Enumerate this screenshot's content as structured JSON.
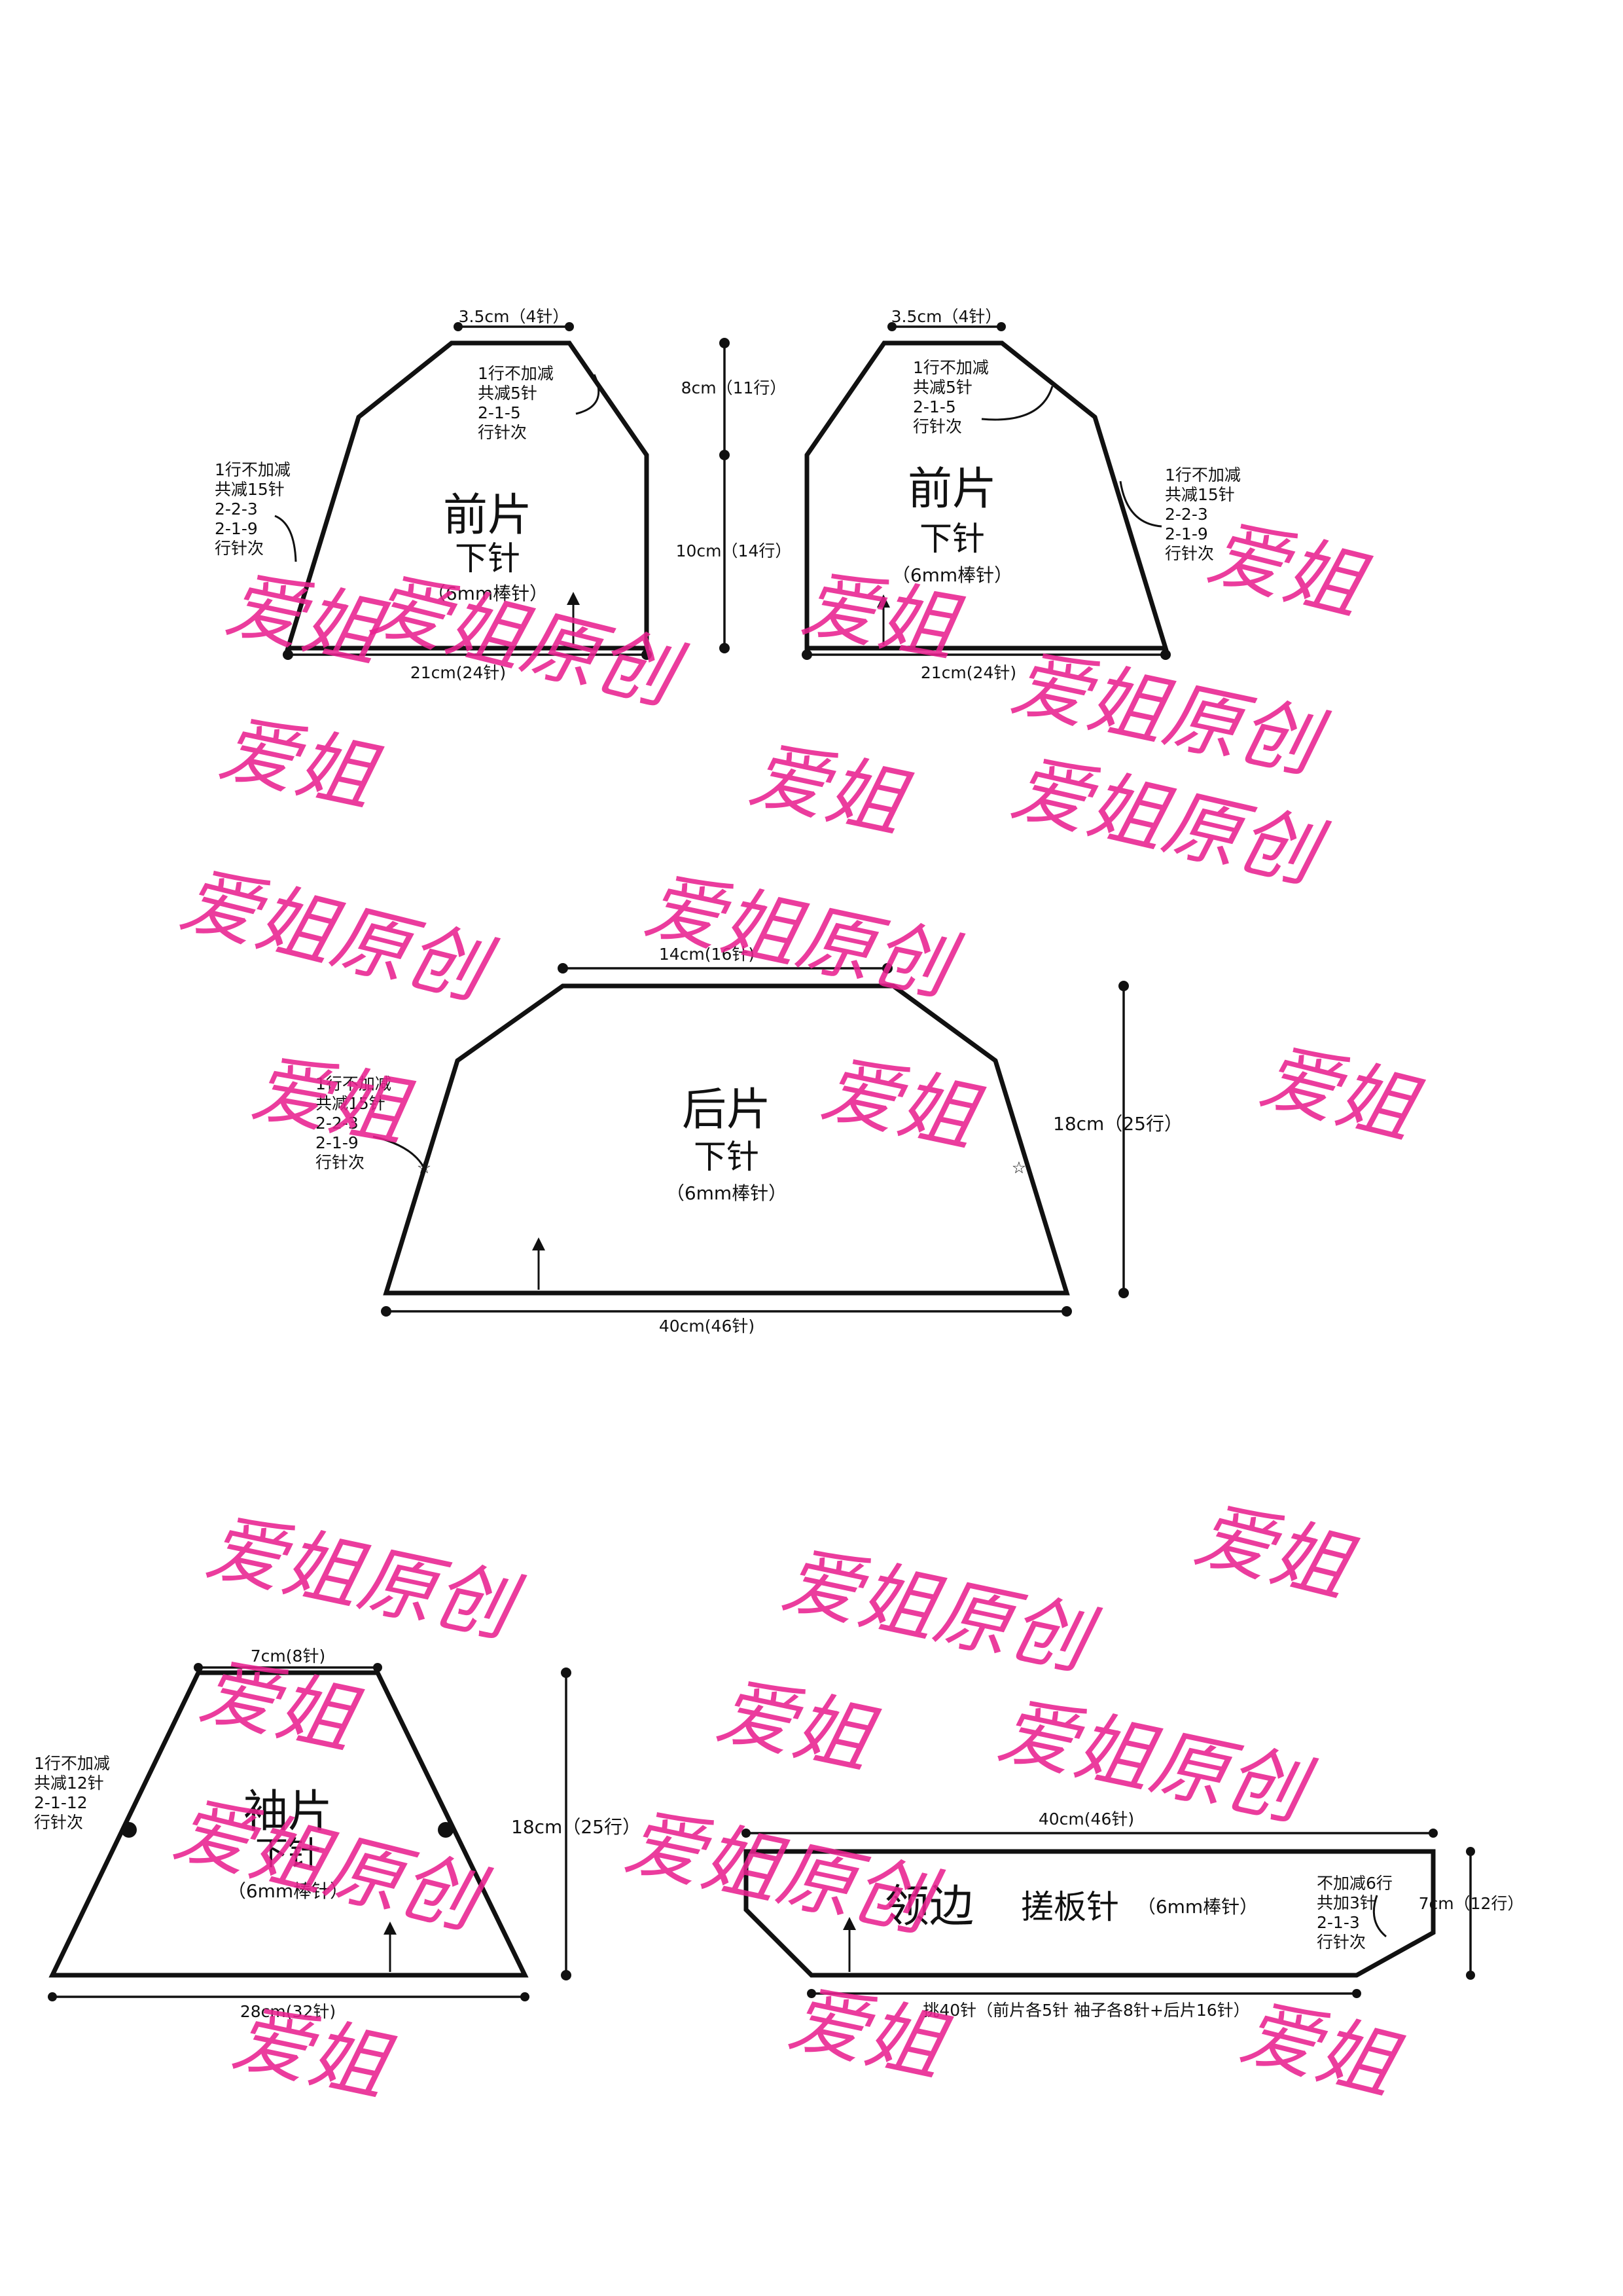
{
  "pieces": {
    "front_left": {
      "title": "前片",
      "stitch": "下针",
      "needle": "（6mm棒针）",
      "top_width": "3.5cm（4针）",
      "bottom_width": "21cm(24针)",
      "neck_note": [
        "1行不加减",
        "共减5针",
        "2-1-5",
        "行针次"
      ],
      "side_note": [
        "1行不加减",
        "共减15针",
        "2-2-3",
        "2-1-9",
        "行针次"
      ]
    },
    "front_right": {
      "title": "前片",
      "stitch": "下针",
      "needle": "（6mm棒针）",
      "top_width": "3.5cm（4针）",
      "bottom_width": "21cm(24针)",
      "neck_note": [
        "1行不加减",
        "共减5针",
        "2-1-5",
        "行针次"
      ],
      "side_note": [
        "1行不加减",
        "共减15针",
        "2-2-3",
        "2-1-9",
        "行针次"
      ]
    },
    "front_heights": {
      "upper": "8cm（11行）",
      "lower": "10cm（14行）"
    },
    "back": {
      "title": "后片",
      "stitch": "下针",
      "needle": "（6mm棒针）",
      "top_width": "14cm(16针)",
      "bottom_width": "40cm(46针)",
      "height": "18cm（25行）",
      "side_note": [
        "1行不加减",
        "共减15针",
        "2-2-3",
        "2-1-9",
        "行针次"
      ]
    },
    "sleeve": {
      "title": "袖片",
      "stitch": "下针",
      "needle": "（6mm棒针）",
      "top_width": "7cm(8针)",
      "bottom_width": "28cm(32针)",
      "height": "18cm（25行）",
      "side_note": [
        "1行不加减",
        "共减12针",
        "2-1-12",
        "行针次"
      ]
    },
    "collar": {
      "title": "领边",
      "stitch": "搓板针",
      "needle": "（6mm棒针）",
      "top_width": "40cm(46针)",
      "height": "7cm（12行）",
      "bottom_note": "挑40针（前片各5针 袖子各8针+后片16针）",
      "side_note": [
        "不加减6行",
        "共加3针",
        "2-1-3",
        "行针次"
      ]
    }
  },
  "watermarks": {
    "short": "爱姐",
    "long": "爱姐原创"
  },
  "colors": {
    "outline": "#111111",
    "watermark": "#e8218f",
    "background": "#ffffff"
  }
}
